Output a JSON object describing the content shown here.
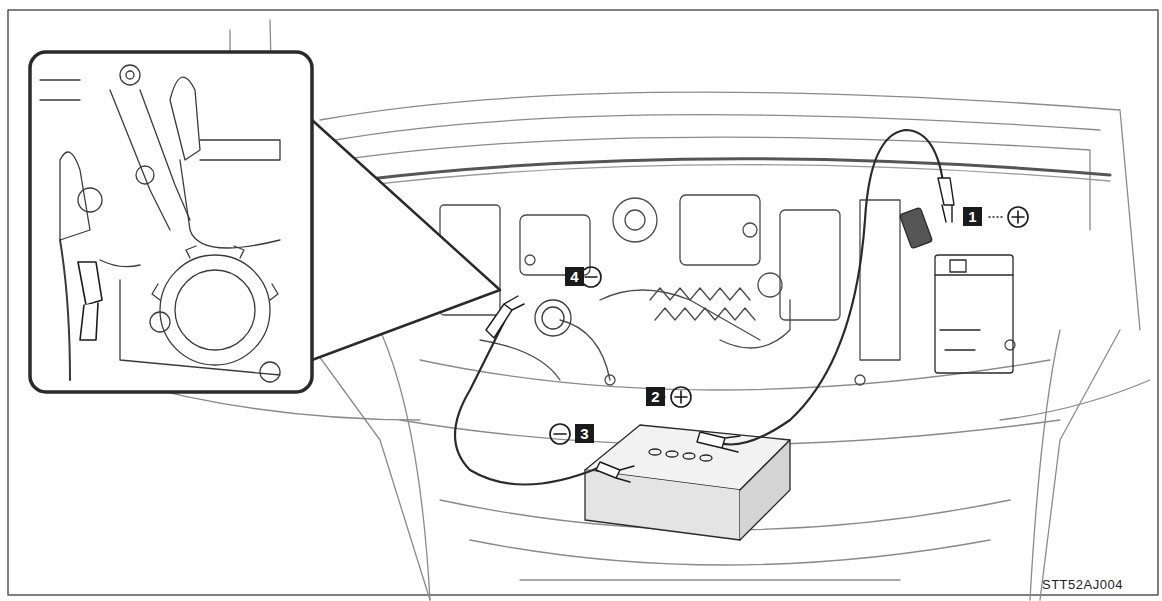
{
  "diagram": {
    "labels": [
      "1",
      "2",
      "3",
      "4",
      "STT52AJ004"
    ]
  }
}
